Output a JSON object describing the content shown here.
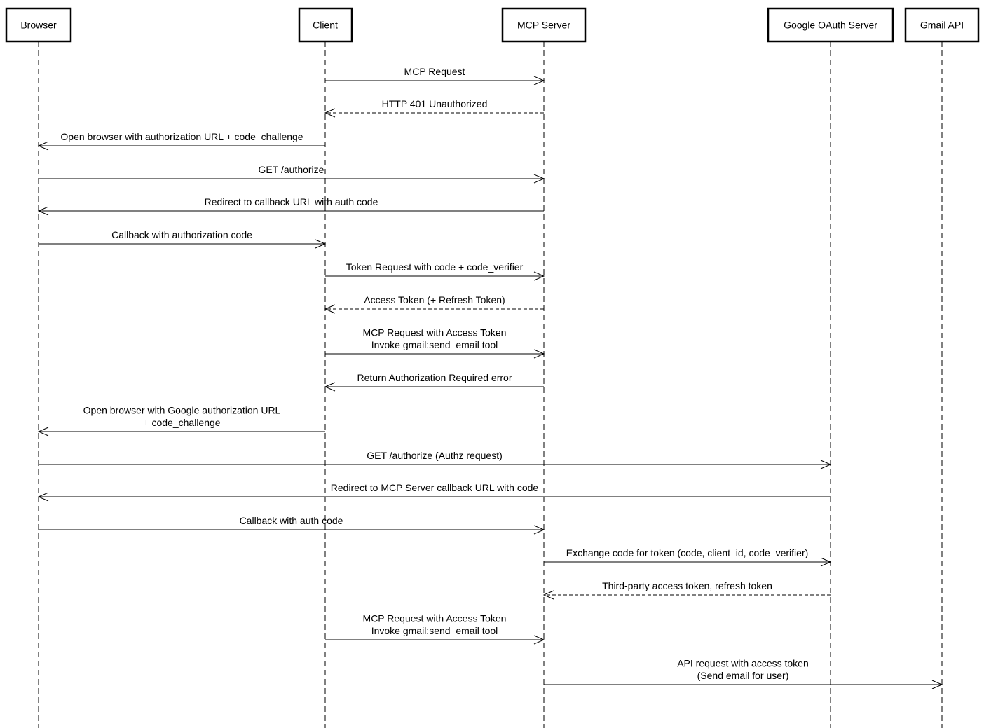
{
  "diagram": {
    "participants": [
      {
        "id": "browser",
        "label": "Browser"
      },
      {
        "id": "client",
        "label": "Client"
      },
      {
        "id": "mcp",
        "label": "MCP Server"
      },
      {
        "id": "google",
        "label": "Google OAuth Server"
      },
      {
        "id": "gmail",
        "label": "Gmail API"
      }
    ],
    "messages": [
      {
        "from": "client",
        "to": "mcp",
        "style": "solid",
        "lines": [
          "MCP Request"
        ]
      },
      {
        "from": "mcp",
        "to": "client",
        "style": "dashed",
        "lines": [
          "HTTP 401 Unauthorized"
        ]
      },
      {
        "from": "client",
        "to": "browser",
        "style": "solid",
        "lines": [
          "Open browser with authorization URL + code_challenge"
        ]
      },
      {
        "from": "browser",
        "to": "mcp",
        "style": "solid",
        "lines": [
          "GET /authorize"
        ]
      },
      {
        "from": "mcp",
        "to": "browser",
        "style": "solid",
        "lines": [
          "Redirect to callback URL with auth code"
        ]
      },
      {
        "from": "browser",
        "to": "client",
        "style": "solid",
        "lines": [
          "Callback with authorization code"
        ]
      },
      {
        "from": "client",
        "to": "mcp",
        "style": "solid",
        "lines": [
          "Token Request with code + code_verifier"
        ]
      },
      {
        "from": "mcp",
        "to": "client",
        "style": "dashed",
        "lines": [
          "Access Token (+ Refresh Token)"
        ]
      },
      {
        "from": "client",
        "to": "mcp",
        "style": "solid",
        "lines": [
          "MCP Request with Access Token",
          "Invoke gmail:send_email tool"
        ]
      },
      {
        "from": "mcp",
        "to": "client",
        "style": "solid",
        "lines": [
          "Return Authorization Required error"
        ]
      },
      {
        "from": "client",
        "to": "browser",
        "style": "solid",
        "lines": [
          "Open browser with Google authorization URL",
          "+ code_challenge"
        ]
      },
      {
        "from": "browser",
        "to": "google",
        "style": "solid",
        "lines": [
          "GET /authorize (Authz request)"
        ]
      },
      {
        "from": "google",
        "to": "browser",
        "style": "solid",
        "lines": [
          "Redirect to MCP Server callback URL with code"
        ]
      },
      {
        "from": "browser",
        "to": "mcp",
        "style": "solid",
        "lines": [
          "Callback with auth code"
        ]
      },
      {
        "from": "mcp",
        "to": "google",
        "style": "solid",
        "lines": [
          "Exchange code for token (code, client_id, code_verifier)"
        ]
      },
      {
        "from": "google",
        "to": "mcp",
        "style": "dashed",
        "lines": [
          "Third-party access token, refresh token"
        ]
      },
      {
        "from": "client",
        "to": "mcp",
        "style": "solid",
        "lines": [
          "MCP Request with Access Token",
          "Invoke gmail:send_email tool"
        ]
      },
      {
        "from": "mcp",
        "to": "gmail",
        "style": "solid",
        "lines": [
          "API request with access token",
          "(Send email for user)"
        ]
      }
    ]
  }
}
